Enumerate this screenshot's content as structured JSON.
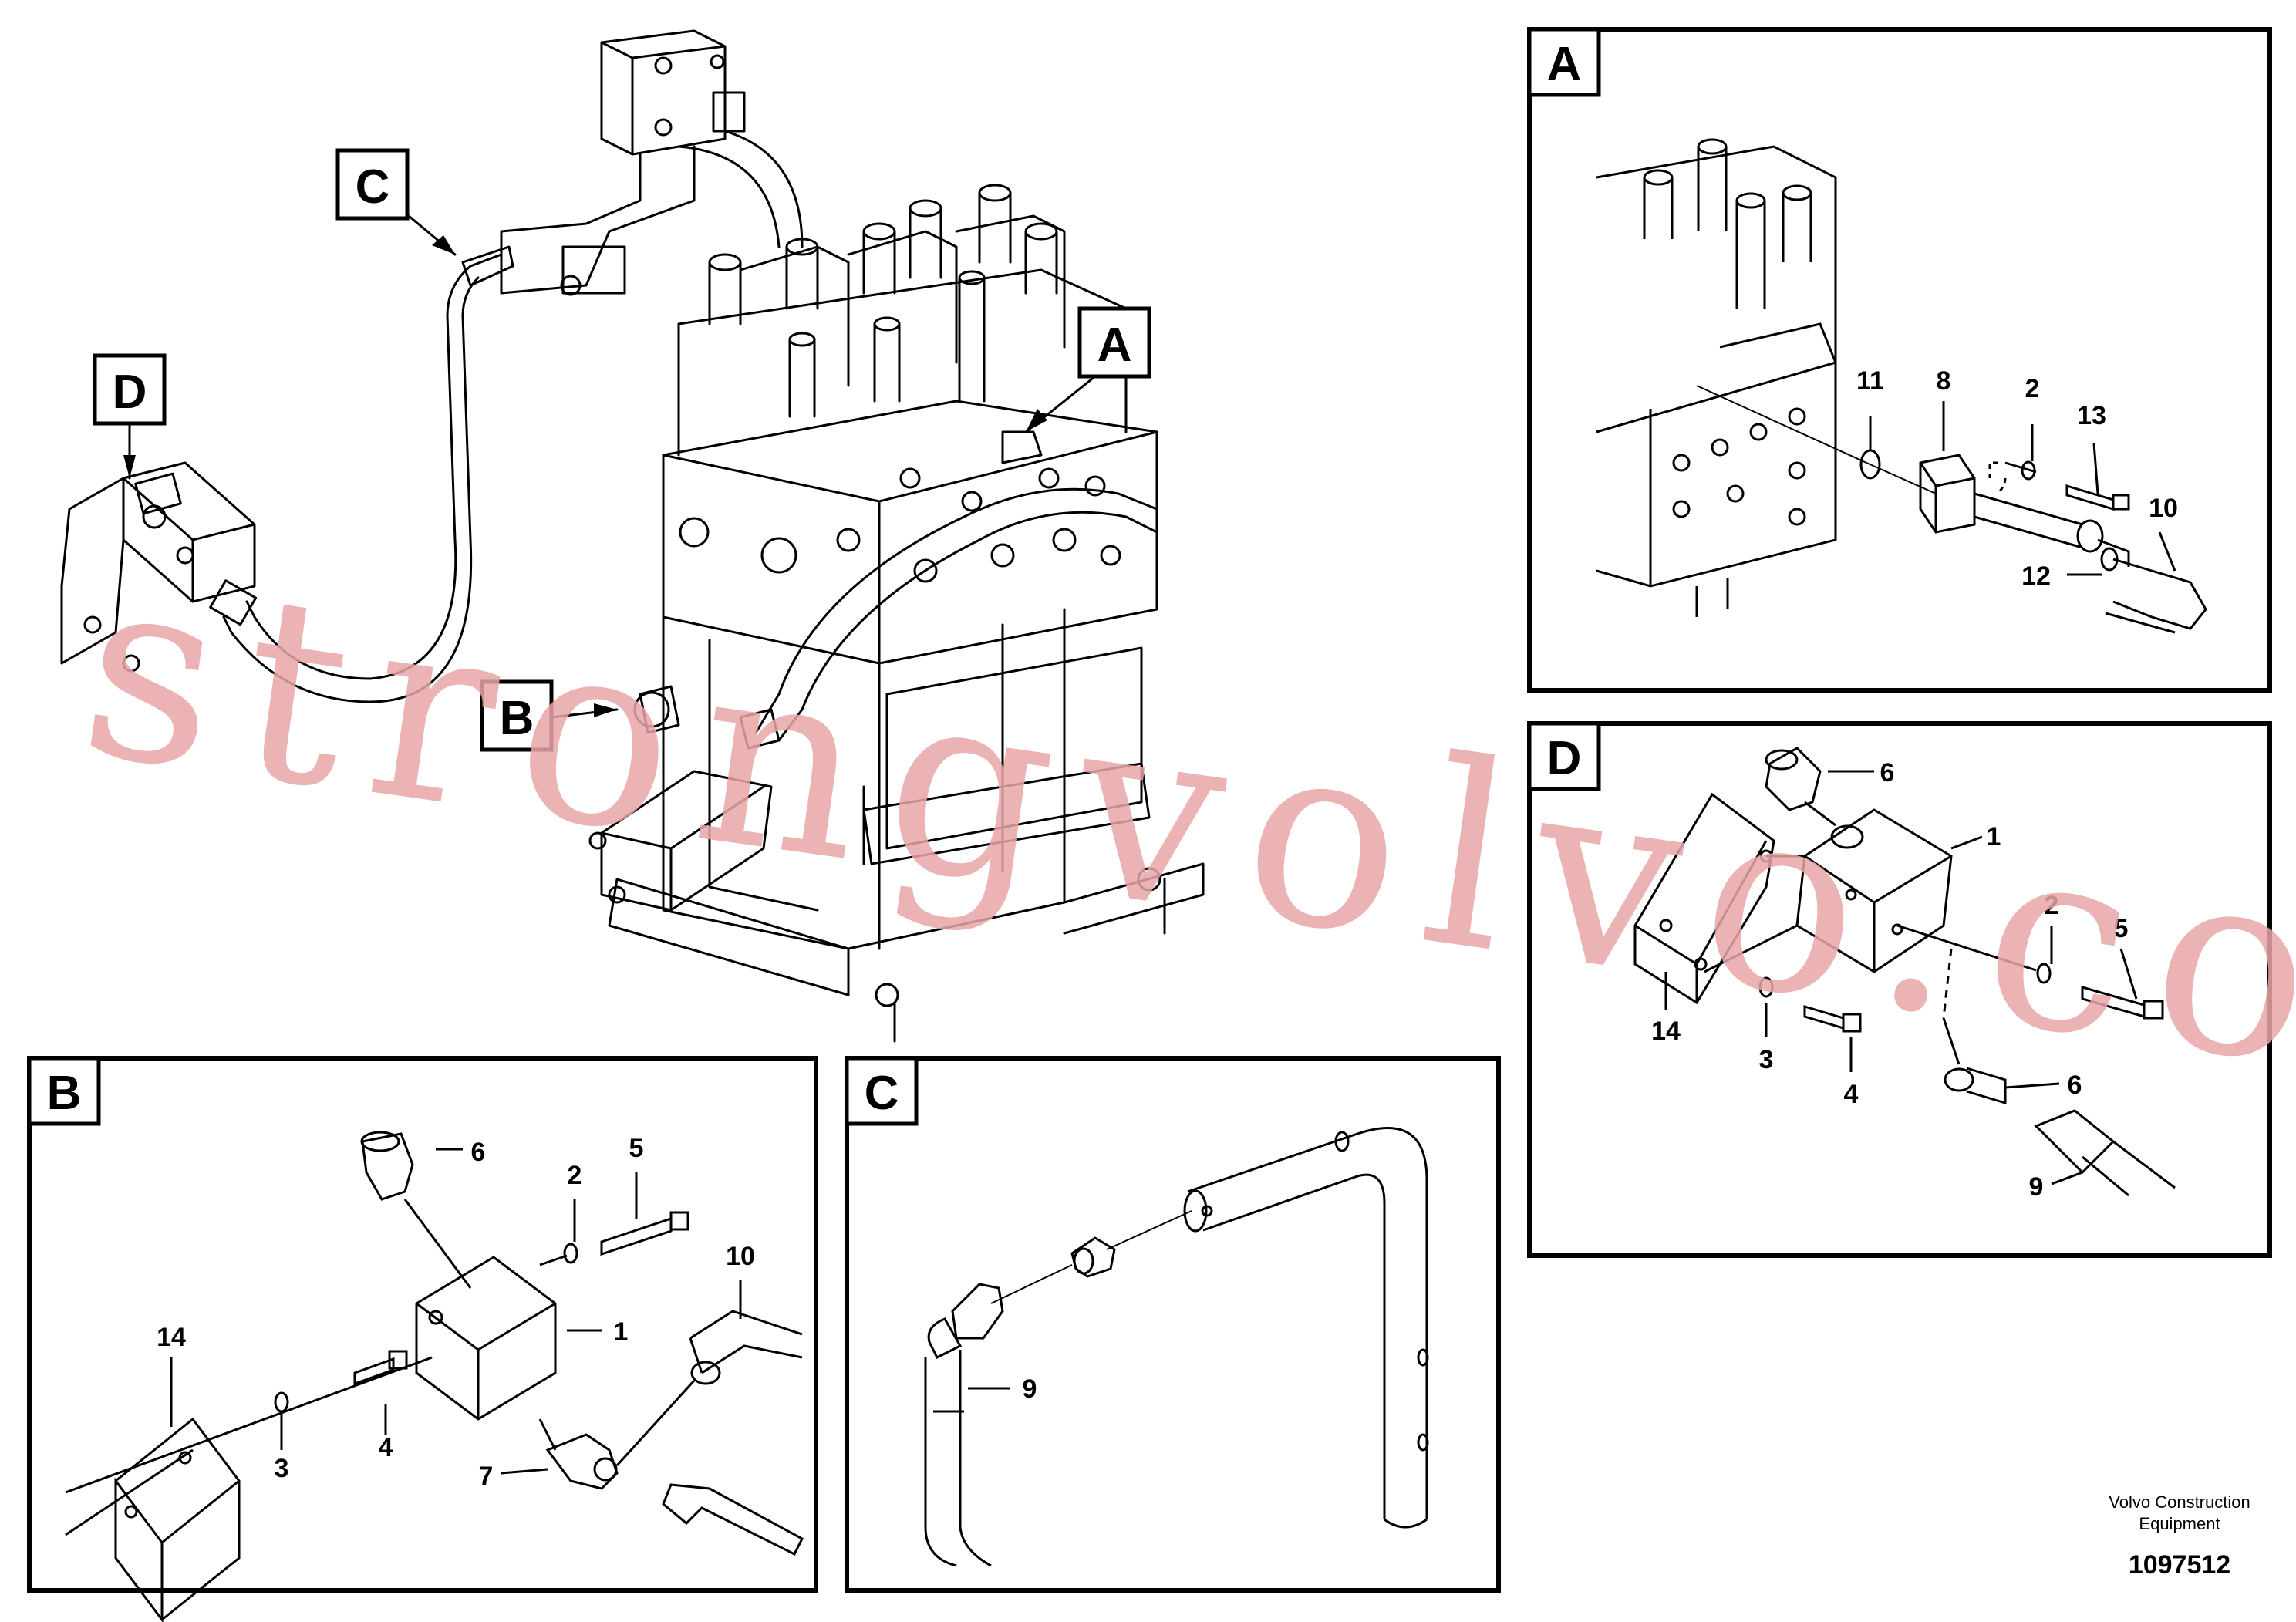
{
  "main_view": {
    "callouts": {
      "a": "A",
      "b": "B",
      "c": "C",
      "d": "D"
    }
  },
  "views": {
    "a": {
      "letter": "A",
      "parts": {
        "p11": "11",
        "p8": "8",
        "p2": "2",
        "p13": "13",
        "p10": "10",
        "p12": "12"
      }
    },
    "b": {
      "letter": "B",
      "parts": {
        "p6": "6",
        "p2": "2",
        "p5": "5",
        "p10": "10",
        "p1": "1",
        "p14": "14",
        "p4": "4",
        "p3": "3",
        "p7": "7"
      }
    },
    "c": {
      "letter": "C",
      "parts": {
        "p9": "9"
      }
    },
    "d": {
      "letter": "D",
      "parts": {
        "p6a": "6",
        "p1": "1",
        "p2": "2",
        "p5": "5",
        "p14": "14",
        "p3": "3",
        "p4": "4",
        "p6b": "6",
        "p9": "9"
      }
    }
  },
  "watermark": "strongvolvo.com",
  "footer": {
    "company_line1": "Volvo Construction",
    "company_line2": "Equipment",
    "drawing_number": "1097512"
  },
  "colors": {
    "line": "#000000",
    "watermark": "#e8a6a6",
    "background": "#ffffff"
  }
}
